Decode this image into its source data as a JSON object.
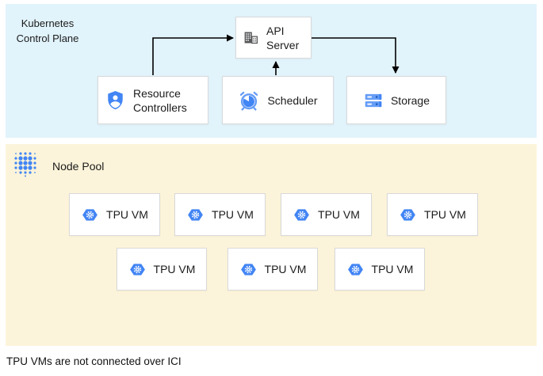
{
  "control_plane": {
    "label": "Kubernetes Control Plane",
    "nodes": [
      {
        "id": "api-server",
        "label": "API Server",
        "icon": "building-icon"
      },
      {
        "id": "resource-controllers",
        "label": "Resource Controllers",
        "icon": "shield-user-icon"
      },
      {
        "id": "scheduler",
        "label": "Scheduler",
        "icon": "alarm-clock-icon"
      },
      {
        "id": "storage",
        "label": "Storage",
        "icon": "server-stack-icon"
      }
    ]
  },
  "node_pool": {
    "label": "Node Pool",
    "icon": "dot-cluster-icon",
    "vm_icon": "hexagon-gear-icon",
    "vms": [
      "TPU VM",
      "TPU VM",
      "TPU VM",
      "TPU VM",
      "TPU VM",
      "TPU VM",
      "TPU VM"
    ]
  },
  "caption": "TPU VMs are not connected over ICI",
  "colors": {
    "control_plane_bg": "#E1F3FB",
    "node_pool_bg": "#FCF4DA",
    "box_border": "#D8D9DA",
    "google_blue": "#4285F4",
    "google_blue_light": "#669DF6",
    "google_blue_dark": "#185ABC",
    "icon_gray": "#58595B",
    "arrow": "#000000",
    "text": "#1B1B1B"
  }
}
